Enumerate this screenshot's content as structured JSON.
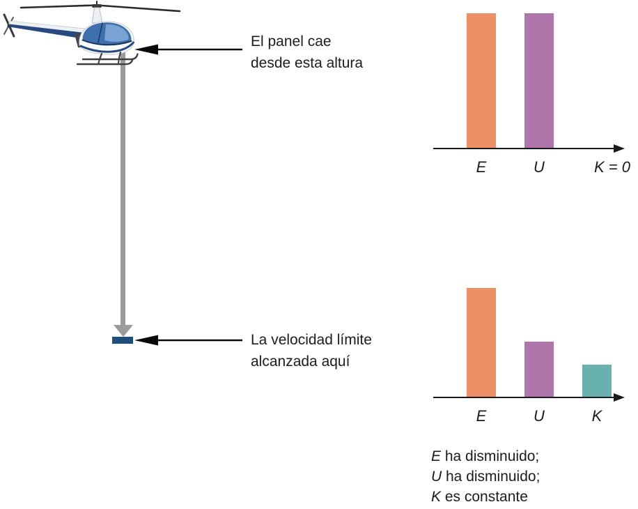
{
  "diagram": {
    "top_annotation": {
      "line1": "El panel cae",
      "line2": "desde esta altura"
    },
    "bottom_annotation": {
      "line1": "La velocidad límite",
      "line2": "alcanzada aquí"
    }
  },
  "chart_data": [
    {
      "type": "bar",
      "categories": [
        "E",
        "U",
        "K"
      ],
      "values": [
        100,
        100,
        0
      ],
      "bar_colors": [
        "#ED9067",
        "#AF76AC",
        "#69B1AE"
      ],
      "tick_labels": [
        "E",
        "U",
        "K = 0"
      ],
      "ylim": [
        0,
        100
      ],
      "grid": false,
      "legend": false,
      "title": "",
      "xlabel": "",
      "ylabel": ""
    },
    {
      "type": "bar",
      "categories": [
        "E",
        "U",
        "K"
      ],
      "values": [
        81,
        41,
        24
      ],
      "bar_colors": [
        "#ED9067",
        "#AF76AC",
        "#69B1AE"
      ],
      "tick_labels": [
        "E",
        "U",
        "K"
      ],
      "ylim": [
        0,
        100
      ],
      "grid": false,
      "legend": false,
      "title": "",
      "xlabel": "",
      "ylabel": ""
    }
  ],
  "notes": {
    "lines": [
      {
        "symbol": "E",
        "text": " ha disminuido;"
      },
      {
        "symbol": "U",
        "text": " ha disminuido;"
      },
      {
        "symbol": "K",
        "text": " es constante"
      }
    ]
  },
  "colors": {
    "bar_e": "#ED9067",
    "bar_u": "#AF76AC",
    "bar_k": "#69B1AE",
    "panel": "#1E4E7E",
    "fall_arrow": "#9B9B9B",
    "pointer_arrow": "#0a0a0a",
    "axis": "#1a1a1a"
  }
}
